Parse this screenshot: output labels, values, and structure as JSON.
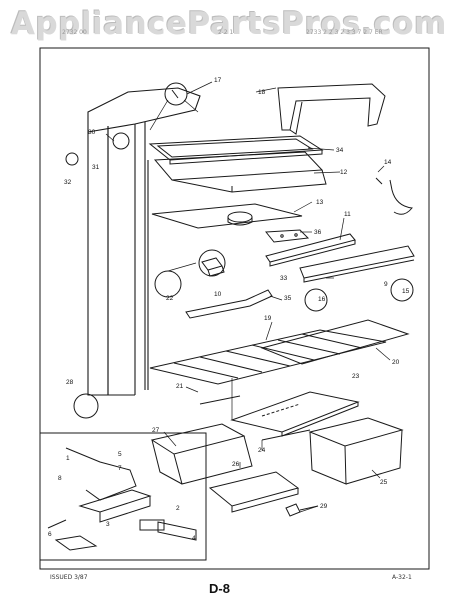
{
  "watermark": "AppliancePartsPros.com",
  "header": {
    "left": "2732 00",
    "mid": "2 2 1",
    "right": "2733 2 2 3 2 3 3 7 2 7 ER"
  },
  "footer": {
    "issued": "ISSUED 3/87",
    "page": "D-8",
    "code": "A-32-1"
  },
  "callouts": [
    "1",
    "2",
    "3",
    "4",
    "5",
    "6",
    "7",
    "8",
    "9",
    "10",
    "11",
    "12",
    "13",
    "14",
    "15",
    "16",
    "17",
    "18",
    "19",
    "20",
    "21",
    "22",
    "23",
    "24",
    "25",
    "26",
    "27",
    "28",
    "29",
    "30",
    "31",
    "32",
    "33",
    "34",
    "35",
    "36"
  ]
}
